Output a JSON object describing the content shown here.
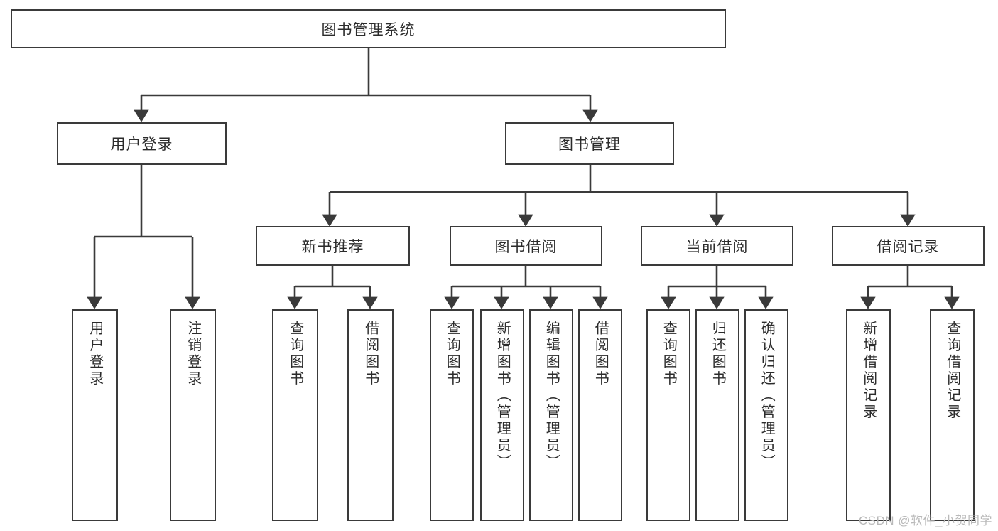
{
  "diagram": {
    "title": "图书管理系统",
    "type": "tree-hierarchy",
    "watermark": "CSDN @软件_小贺同学",
    "colors": {
      "background": "#ffffff",
      "node_border": "#3a3a3a",
      "node_fill": "#ffffff",
      "text": "#2b2b2b",
      "connector": "#3a3a3a",
      "watermark": "#b9b9b9"
    },
    "root": {
      "id": "root",
      "label": "图书管理系统"
    },
    "level2": [
      {
        "id": "user-login",
        "label": "用户登录"
      },
      {
        "id": "book-manage",
        "label": "图书管理"
      }
    ],
    "level3": [
      {
        "id": "new-book-rec",
        "label": "新书推荐"
      },
      {
        "id": "book-borrow",
        "label": "图书借阅"
      },
      {
        "id": "current-borrow",
        "label": "当前借阅"
      },
      {
        "id": "borrow-record",
        "label": "借阅记录"
      }
    ],
    "leaves": {
      "user-login": [
        {
          "id": "leaf-user-login",
          "label": "用户登录"
        },
        {
          "id": "leaf-logout",
          "label": "注销登录"
        }
      ],
      "new-book-rec": [
        {
          "id": "leaf-query-book-1",
          "label": "查询图书"
        },
        {
          "id": "leaf-borrow-book-1",
          "label": "借阅图书"
        }
      ],
      "book-borrow": [
        {
          "id": "leaf-query-book-2",
          "label": "查询图书"
        },
        {
          "id": "leaf-add-book",
          "label": "新增图书（管理员）"
        },
        {
          "id": "leaf-edit-book",
          "label": "编辑图书（管理员）"
        },
        {
          "id": "leaf-borrow-book-2",
          "label": "借阅图书"
        }
      ],
      "current-borrow": [
        {
          "id": "leaf-query-book-3",
          "label": "查询图书"
        },
        {
          "id": "leaf-return-book",
          "label": "归还图书"
        },
        {
          "id": "leaf-confirm-return",
          "label": "确认归还（管理员）"
        }
      ],
      "borrow-record": [
        {
          "id": "leaf-add-record",
          "label": "新增借阅记录"
        },
        {
          "id": "leaf-query-record",
          "label": "查询借阅记录"
        }
      ]
    }
  }
}
